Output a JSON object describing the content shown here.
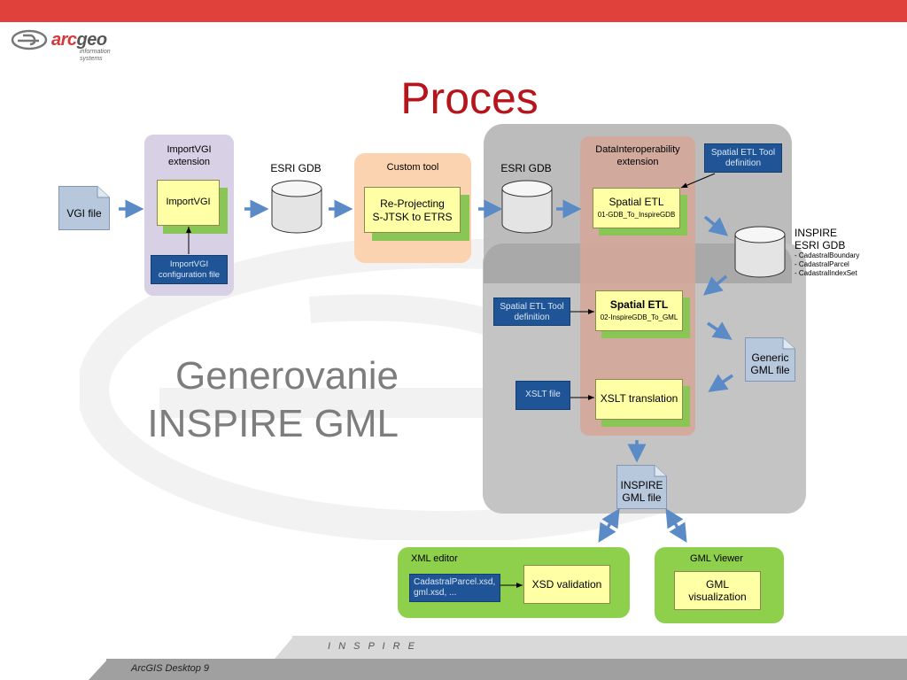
{
  "header": {
    "logo_arc": "arc",
    "logo_geo": "geo",
    "logo_sub1": "information",
    "logo_sub2": "systems",
    "title": "Proces"
  },
  "main_text": {
    "line1": "Generovanie",
    "line2": "INSPIRE GML"
  },
  "nodes": {
    "vgi_file": "VGI file",
    "importvgi_ext_line1": "ImportVGI",
    "importvgi_ext_line2": "extension",
    "importvgi_box": "ImportVGI",
    "importvgi_config_line1": "ImportVGI",
    "importvgi_config_line2": "configuration file",
    "esri_gdb_1": "ESRI GDB",
    "custom_tool": "Custom tool",
    "reproj_line1": "Re-Projecting",
    "reproj_line2": "S-JTSK to ETRS",
    "esri_gdb_2": "ESRI GDB",
    "dataintero_line1": "DataInteroperability",
    "dataintero_line2": "extension",
    "spatial_etl_1_title": "Spatial ETL",
    "spatial_etl_1_sub": "01-GDB_To_InspireGDB",
    "etl_def_1_line1": "Spatial ETL Tool",
    "etl_def_1_line2": "definition",
    "inspire_gdb_line1": "INSPIRE",
    "inspire_gdb_line2": "ESRI GDB",
    "inspire_gdb_item1": "- CadastralBoundary",
    "inspire_gdb_item2": "- CadastralParcel",
    "inspire_gdb_item3": "- CadastralIndexSet",
    "etl_def_2_line1": "Spatial ETL Tool",
    "etl_def_2_line2": "definition",
    "spatial_etl_2_title": "Spatial ETL",
    "spatial_etl_2_sub": "02-InspireGDB_To_GML",
    "generic_gml_line1": "Generic",
    "generic_gml_line2": "GML file",
    "xslt_file": "XSLT file",
    "xslt_translation": "XSLT translation",
    "inspire_gml_line1": "INSPIRE",
    "inspire_gml_line2": "GML file",
    "xml_editor": "XML editor",
    "xsd_files_line1": "CadastralParcel.xsd,",
    "xsd_files_line2": "gml.xsd, ...",
    "xsd_validation": "XSD validation",
    "gml_viewer": "GML Viewer",
    "gml_vis_line1": "GML",
    "gml_vis_line2": "visualization"
  },
  "footer": {
    "band_label": "I N S P I R E",
    "product": "ArcGIS Desktop 9"
  },
  "colors": {
    "accent_red": "#e0413a",
    "title_red": "#b8141c",
    "purple_panel": "#d8d0e4",
    "orange_panel": "#fbd3b0",
    "grey_panel": "#bcbcbc",
    "brown_panel": "#d3a79a",
    "green_panel": "#8ecf4c",
    "box_yellow": "#ffffa6",
    "box_blue": "#1f5596"
  }
}
